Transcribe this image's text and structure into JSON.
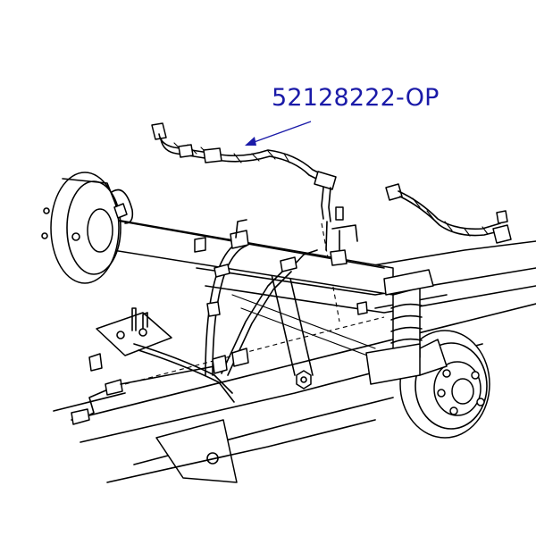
{
  "diagram": {
    "part_number_label": "52128222-OP",
    "colors": {
      "label_text": "#1a1aa8",
      "leader_arrow": "#1a1aa8",
      "line_art": "#000000",
      "background": "#ffffff"
    },
    "icons": [
      "hose-assembly",
      "rear-axle",
      "brake-drum",
      "brake-rotor",
      "coil-spring",
      "hex-nut",
      "bracket"
    ]
  }
}
